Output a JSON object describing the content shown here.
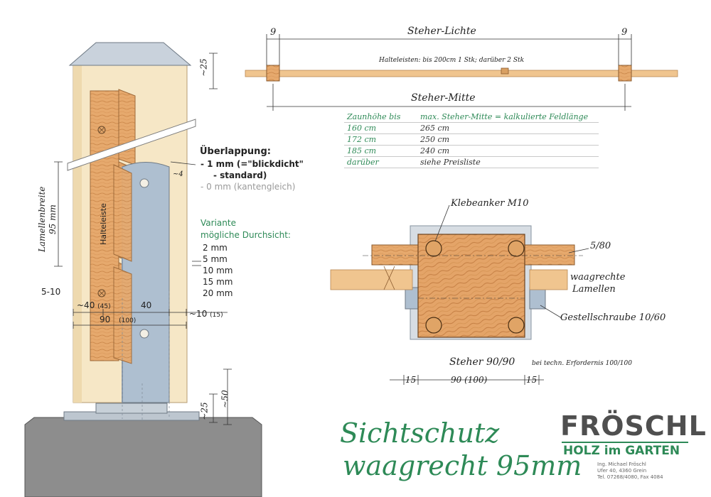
{
  "labels": {
    "steher_lichte": "Steher-Lichte",
    "dim_9_left": "9",
    "dim_9_right": "9",
    "halteleisten_note": "Halteleisten: bis 200cm 1 Stk; darüber 2 Stk",
    "steher_mitte": "Steher-Mitte",
    "dim_25_top": "~25",
    "ueberlappung_title": "Überlappung:",
    "ueberlappung_1": "- 1 mm (=\"blickdicht\"",
    "ueberlappung_2": "- standard)",
    "ueberlappung_3": "- 0 mm (kantengleich)",
    "dim_4": "~4",
    "variante_1": "Variante",
    "variante_2": "mögliche Durchsicht:",
    "durchsicht": [
      "2 mm",
      "5 mm",
      "10 mm",
      "15 mm",
      "20 mm"
    ],
    "lamellenbreite_1": "Lamellenbreite",
    "lamellenbreite_2": "95 mm",
    "halteleiste": "Halteleiste",
    "dim_5_10": "5-10",
    "dim_40_45": "~40",
    "dim_40_45_b": "(45)",
    "dim_40": "40",
    "dim_10_15": "~10",
    "dim_10_15_b": "(15)",
    "dim_90": "90",
    "dim_90_b": "(100)",
    "dim_25_bottom": "~25",
    "dim_50": "~50",
    "klebeanker": "Klebeanker M10",
    "dim_5_80": "5/80",
    "waagrechte_1": "waagrechte",
    "waagrechte_2": "Lamellen",
    "gestellschraube": "Gestellschraube 10/60",
    "steher_90": "Steher 90/90",
    "steher_note": "bei techn. Erfordernis 100/100",
    "dim_15_left": "15",
    "dim_90_100": "90 (100)",
    "dim_15_right": "15"
  },
  "table": {
    "header": [
      "Zaunhöhe bis",
      "max. Steher-Mitte = kalkulierte Feldlänge"
    ],
    "rows": [
      [
        "160 cm",
        "265 cm"
      ],
      [
        "172 cm",
        "250 cm"
      ],
      [
        "185 cm",
        "240 cm"
      ],
      [
        "darüber",
        "siehe Preisliste"
      ]
    ]
  },
  "title": {
    "line1": "Sichtschutz",
    "line2": "waagrecht 95mm"
  },
  "company": {
    "name": "FRÖSCHL",
    "tagline": "HOLZ im GARTEN",
    "address_1": "Ing. Michael Fröschl",
    "address_2": "Ufer 40, 4360 Grein",
    "address_3": "Tel. 07268/4080, Fax 4084"
  },
  "colors": {
    "wood": "#e6a96d",
    "wood_light": "#f6e7c6",
    "post_blue": "#aebfd0",
    "concrete": "#8d8d8d",
    "accent_green": "#2e8a57",
    "logo_gray": "#4f4f4f"
  }
}
